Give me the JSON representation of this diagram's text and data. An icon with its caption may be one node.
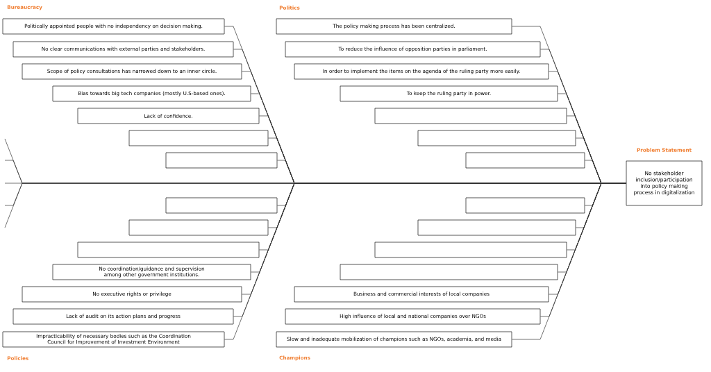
{
  "diagram": {
    "nodes": [
      {
        "text": [
          "Politically appointed people with no independency on decision making."
        ]
      },
      {
        "text": [
          "No clear communications with external parties and stakeholders."
        ]
      },
      {
        "text": [
          "Scope of policy consultations has narrowed down to an inner circle."
        ]
      },
      {
        "text": [
          "Bias towards big tech companies (mostly U.S-based ones)."
        ]
      },
      {
        "text": [
          "Lack of confidence."
        ]
      },
      {
        "text": [],
        "shape": "box"
      },
      {
        "text": [],
        "shape": "box"
      },
      {
        "text": [
          "The policy making process has been centralized."
        ]
      },
      {
        "text": [
          "To reduce the influence of opposition parties in parliament."
        ]
      },
      {
        "text": [
          "In order to implement the items on the agenda of the ruling party more easily."
        ]
      },
      {
        "text": [
          "To keep the ruling party in power."
        ]
      },
      {
        "text": [],
        "shape": "box"
      },
      {
        "text": [],
        "shape": "box"
      },
      {
        "text": [],
        "shape": "box"
      },
      {
        "text": [],
        "shape": "box"
      },
      {
        "text": [],
        "shape": "box"
      },
      {
        "text": [],
        "shape": "box"
      },
      {
        "text": [
          "No coordination/guidance and supervision among other government institutions."
        ]
      },
      {
        "text": [
          "No executive rights or privilege"
        ]
      },
      {
        "text": [
          "Lack of audit on its action plans and progress"
        ]
      },
      {
        "text": [
          "Impracticability of necessary bodies such as the Coordination Council for Improvement of Investment Environment"
        ]
      },
      {
        "text": [],
        "shape": "box"
      },
      {
        "text": [],
        "shape": "box"
      },
      {
        "text": [],
        "shape": "box"
      },
      {
        "text": [],
        "shape": "box"
      },
      {
        "text": [
          "Business and commercial interests of local companies"
        ]
      },
      {
        "text": [
          "High influence of local and national companies over NGOs"
        ]
      },
      {
        "text": [
          "Slow and inadequate mobilization of champions such as NGOs, academia, and media"
        ]
      },
      {
        "text": [
          "Problem Statement",
          "No stakeholder inclusion/participation into policy making process in digitalization"
        ]
      }
    ],
    "edges": [
      {
        "from": 0,
        "to": 28,
        "arrow": "none"
      },
      {
        "from": 1,
        "to": 28,
        "arrow": "none"
      },
      {
        "from": 2,
        "to": 28,
        "arrow": "none"
      },
      {
        "from": 3,
        "to": 28,
        "arrow": "none"
      },
      {
        "from": 4,
        "to": 28,
        "arrow": "none"
      },
      {
        "from": 5,
        "to": 28,
        "arrow": "none"
      },
      {
        "from": 6,
        "to": 28,
        "arrow": "none"
      },
      {
        "from": 7,
        "to": 28,
        "arrow": "none"
      },
      {
        "from": 8,
        "to": 28,
        "arrow": "none"
      },
      {
        "from": 9,
        "to": 28,
        "arrow": "none"
      },
      {
        "from": 10,
        "to": 28,
        "arrow": "none"
      },
      {
        "from": 11,
        "to": 28,
        "arrow": "none"
      },
      {
        "from": 12,
        "to": 28,
        "arrow": "none"
      },
      {
        "from": 13,
        "to": 28,
        "arrow": "none"
      },
      {
        "from": 14,
        "to": 28,
        "arrow": "none"
      },
      {
        "from": 15,
        "to": 28,
        "arrow": "none"
      },
      {
        "from": 16,
        "to": 28,
        "arrow": "none"
      },
      {
        "from": 17,
        "to": 28,
        "arrow": "none"
      },
      {
        "from": 18,
        "to": 28,
        "arrow": "none"
      },
      {
        "from": 19,
        "to": 28,
        "arrow": "none"
      },
      {
        "from": 20,
        "to": 28,
        "arrow": "none"
      },
      {
        "from": 21,
        "to": 28,
        "arrow": "none"
      },
      {
        "from": 22,
        "to": 28,
        "arrow": "none"
      },
      {
        "from": 23,
        "to": 28,
        "arrow": "none"
      },
      {
        "from": 24,
        "to": 28,
        "arrow": "none"
      },
      {
        "from": 25,
        "to": 28,
        "arrow": "none"
      },
      {
        "from": 26,
        "to": 28,
        "arrow": "none"
      },
      {
        "from": 27,
        "to": 28,
        "arrow": "none"
      },
      {
        "from": null,
        "to": 28,
        "arrow": "none"
      },
      {
        "from": null,
        "to": 28,
        "arrow": "none"
      },
      {
        "from": null,
        "to": 28,
        "arrow": "none"
      },
      {
        "from": null,
        "to": 28,
        "arrow": "none"
      },
      {
        "from": null,
        "to": 28,
        "arrow": "none"
      }
    ],
    "labels": [
      "Bureaucracy",
      "Politics",
      "Policies",
      "Champions"
    ]
  }
}
